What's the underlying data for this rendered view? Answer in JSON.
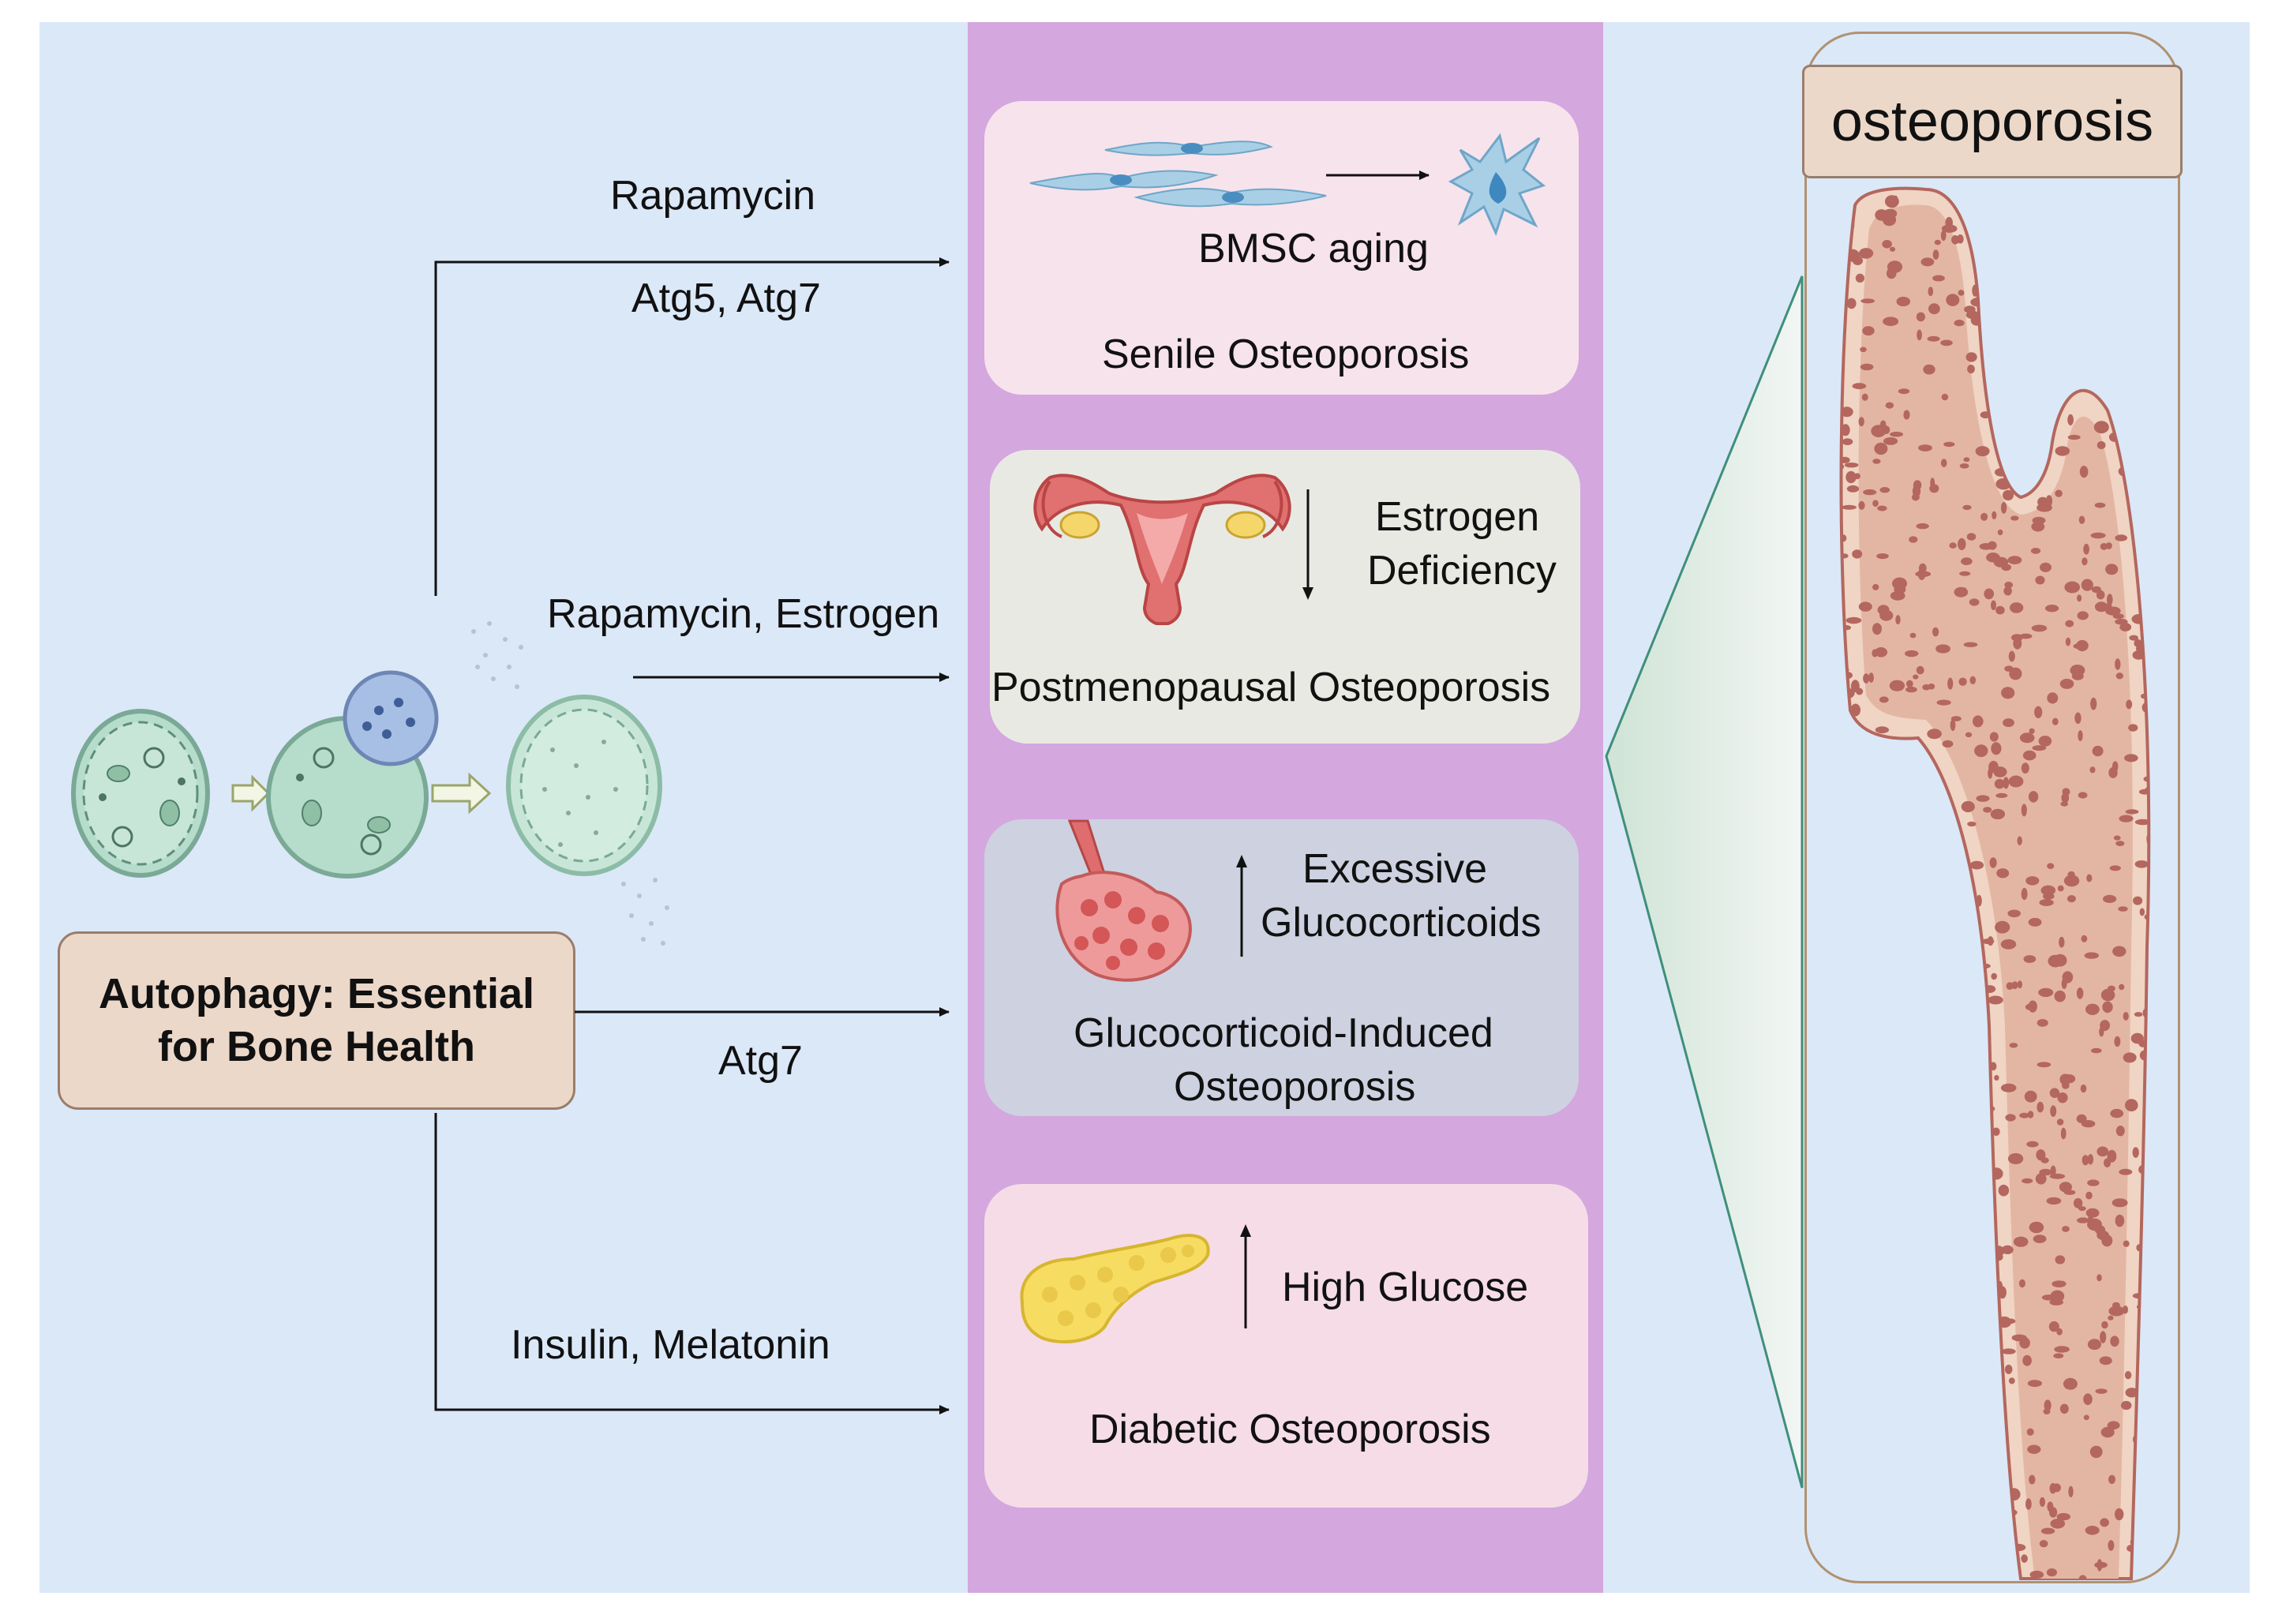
{
  "left_labels": {
    "rapamycin_top": "Rapamycin",
    "atg5_atg7": "Atg5, Atg7",
    "rapamycin_estrogen": "Rapamycin, Estrogen",
    "atg7": "Atg7",
    "insulin_melatonin": "Insulin, Melatonin"
  },
  "autophagy_box": {
    "line1": "Autophagy: Essential",
    "line2": "for Bone Health"
  },
  "cards": {
    "senile": {
      "trigger": "BMSC aging",
      "title": "Senile Osteoporosis"
    },
    "postmenopausal": {
      "trigger_line1": "Estrogen",
      "trigger_line2": "Deficiency",
      "title": "Postmenopausal Osteoporosis"
    },
    "glucocorticoid": {
      "trigger_line1": "Excessive",
      "trigger_line2": "Glucocorticoids",
      "title_line1": "Glucocorticoid-Induced",
      "title_line2": "Osteoporosis"
    },
    "diabetic": {
      "trigger": "High Glucose",
      "title": "Diabetic Osteoporosis"
    }
  },
  "bone_label": "osteoporosis",
  "colors": {
    "background": "#dbe8f8",
    "column": "#d4a7df",
    "card_senile": "#f7e3ec",
    "card_postmenopausal": "#e9e9e3",
    "card_glucocorticoid": "#cdd1e0",
    "card_diabetic": "#f5dce6",
    "box_fill": "#ecd8c9",
    "bone": "#e9c2b2",
    "bone_pore": "#b4675e"
  }
}
